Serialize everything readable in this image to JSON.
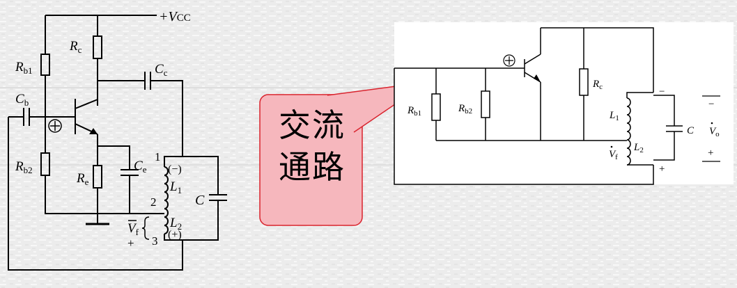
{
  "callout": {
    "line1": "交流",
    "line2": "通路"
  },
  "left_circuit": {
    "supply": "+V",
    "supply_sub": "CC",
    "rb1": "R",
    "rb1_sub": "b1",
    "rb2": "R",
    "rb2_sub": "b2",
    "rc": "R",
    "rc_sub": "c",
    "re": "R",
    "re_sub": "e",
    "cb": "C",
    "cb_sub": "b",
    "cc": "C",
    "cc_sub": "c",
    "ce": "C",
    "ce_sub": "e",
    "c": "C",
    "l1": "L",
    "l1_sub": "1",
    "l2": "L",
    "l2_sub": "2",
    "vf": "V",
    "vf_sub": "f",
    "tap1": "1",
    "tap2": "2",
    "tap3": "3",
    "minus": "(−)",
    "plus": "(+)",
    "plus_small": "+",
    "plus_circle": "⊕"
  },
  "right_circuit": {
    "rb1": "R",
    "rb1_sub": "b1",
    "rb2": "R",
    "rb2_sub": "b2",
    "rc": "R",
    "rc_sub": "c",
    "l1": "L",
    "l1_sub": "1",
    "l2": "L",
    "l2_sub": "2",
    "c": "C",
    "vf": "V",
    "vf_sub": "f",
    "vo": "V",
    "vo_sub": "o",
    "minus": "−",
    "plus": "+",
    "plus_circle": "⊕"
  },
  "colors": {
    "callout_fill": "#f6b7bd",
    "callout_stroke": "#d9232d",
    "slide_bg": "#ececec"
  }
}
